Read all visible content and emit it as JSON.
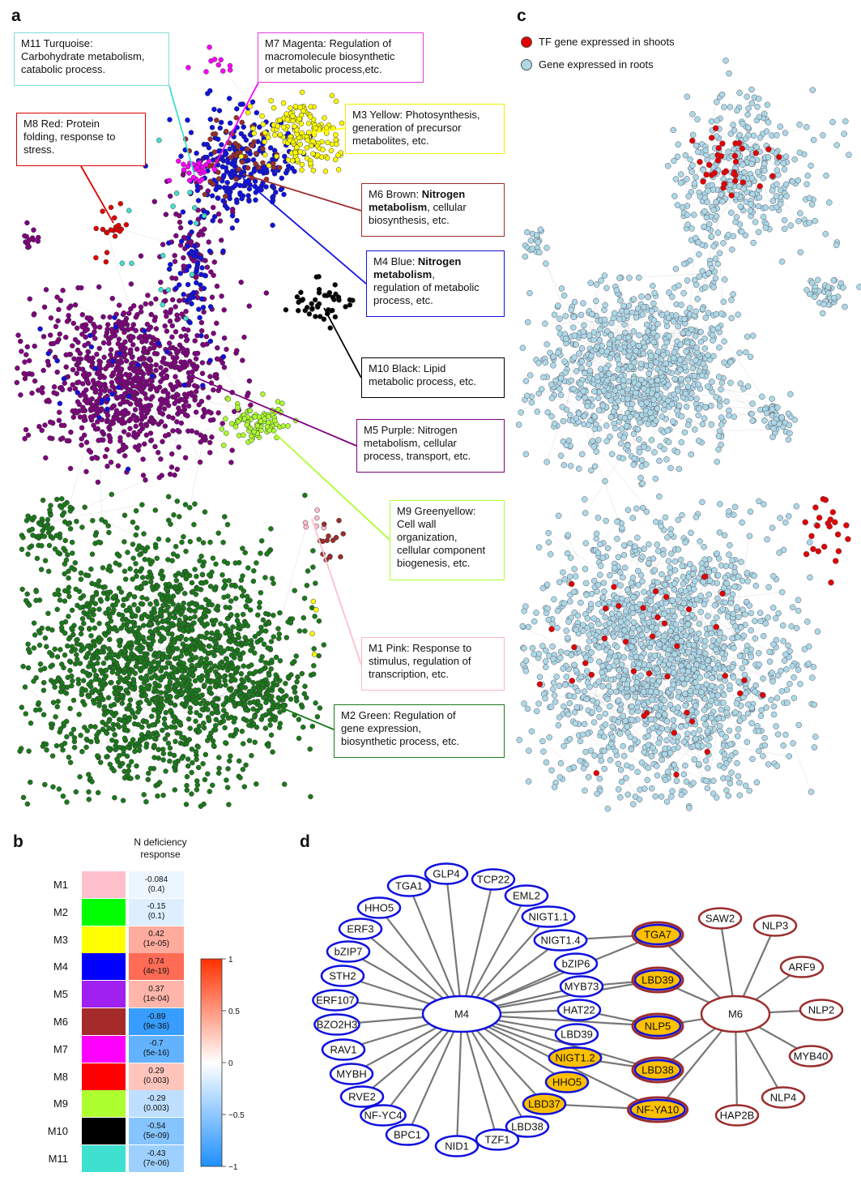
{
  "panels": {
    "a": "a",
    "b": "b",
    "c": "c",
    "d": "d"
  },
  "colors": {
    "purple": "#800080",
    "green": "#1a7a1a",
    "blue": "#1010e0",
    "brown": "#9b2d2d",
    "yellow": "#ffff00",
    "magenta": "#ff00ff",
    "red": "#e00000",
    "black": "#000000",
    "turquoise": "#40e0d0",
    "greenyellow": "#adff2f",
    "pink": "#ffc0cb",
    "lightblue": "#add8e6",
    "node_fill_tf": "#ffc000"
  },
  "callouts": {
    "m11": {
      "line1": "M11 Turquoise:",
      "line2": "Carbohydrate metabolism,",
      "line3": "catabolic process."
    },
    "m7": {
      "line1": "M7 Magenta: Regulation of",
      "line2": "macromolecule biosynthetic",
      "line3": "or metabolic process,etc."
    },
    "m8": {
      "line1": "M8 Red: Protein",
      "line2": "folding, response to",
      "line3": "stress."
    },
    "m3": {
      "line1": "M3 Yellow: Photosynthesis,",
      "line2": "generation of precursor",
      "line3": "metabolites, etc."
    },
    "m6": {
      "pre": "M6 Brown: ",
      "bold1": "Nitrogen",
      "bold2": "metabolism",
      "post2": ", cellular",
      "line3": "biosynthesis, etc."
    },
    "m4": {
      "pre": "M4 Blue: ",
      "bold1": "Nitrogen",
      "bold2": "metabolism",
      "post2": ",",
      "line3": "regulation of metabolic",
      "line4": "process, etc."
    },
    "m10": {
      "line1": "M10 Black: Lipid",
      "line2": "metabolic process, etc."
    },
    "m5": {
      "line1": "M5 Purple: Nitrogen",
      "line2": "metabolism, cellular",
      "line3": "process, transport, etc."
    },
    "m9": {
      "line1": "M9 Greenyellow:",
      "line2": "Cell wall",
      "line3": "organization,",
      "line4": "cellular component",
      "line5": "biogenesis, etc."
    },
    "m1": {
      "line1": "M1 Pink: Response to",
      "line2": "stimulus, regulation of",
      "line3": "transcription, etc."
    },
    "m2": {
      "line1": "M2 Green: Regulation of",
      "line2": "gene expression,",
      "line3": "biosynthetic process, etc."
    }
  },
  "legend_c": [
    {
      "label": "TF gene expressed in shoots",
      "color": "#e00000"
    },
    {
      "label": "Gene expressed in roots",
      "color": "#add8e6"
    }
  ],
  "panel_b": {
    "title_line1": "N deficiency",
    "title_line2": "response",
    "rows": [
      {
        "module": "M1",
        "color": "#ffc0cb",
        "value": "-0.084",
        "p": "(0.4)",
        "v": -0.084
      },
      {
        "module": "M2",
        "color": "#00ff00",
        "value": "-0.15",
        "p": "(0.1)",
        "v": -0.15
      },
      {
        "module": "M3",
        "color": "#ffff00",
        "value": "0.42",
        "p": "(1e-05)",
        "v": 0.42
      },
      {
        "module": "M4",
        "color": "#0000ff",
        "value": "0.74",
        "p": "(4e-19)",
        "v": 0.74
      },
      {
        "module": "M5",
        "color": "#a020f0",
        "value": "0.37",
        "p": "(1e-04)",
        "v": 0.37
      },
      {
        "module": "M6",
        "color": "#a52a2a",
        "value": "-0.89",
        "p": "(9e-36)",
        "v": -0.89
      },
      {
        "module": "M7",
        "color": "#ff00ff",
        "value": "-0.7",
        "p": "(5e-16)",
        "v": -0.7
      },
      {
        "module": "M8",
        "color": "#ff0000",
        "value": "0.29",
        "p": "(0.003)",
        "v": 0.29
      },
      {
        "module": "M9",
        "color": "#adff2f",
        "value": "-0.29",
        "p": "(0.003)",
        "v": -0.29
      },
      {
        "module": "M10",
        "color": "#000000",
        "value": "-0.54",
        "p": "(5e-09)",
        "v": -0.54
      },
      {
        "module": "M11",
        "color": "#40e0d0",
        "value": "-0.43",
        "p": "(7e-06)",
        "v": -0.43
      }
    ],
    "colorbar_ticks": [
      "1",
      "0.5",
      "0",
      "−0.5",
      "−1"
    ]
  },
  "panel_d": {
    "hub_m4": "M4",
    "hub_m6": "M6",
    "m4_nodes": [
      "GLP4",
      "TCP22",
      "EML2",
      "NIGT1.1",
      "NIGT1.4",
      "bZIP6",
      "MYB73",
      "HAT22",
      "LBD39",
      "NIGT1.2",
      "HHO5",
      "LBD37",
      "LBD38",
      "TZF1",
      "NID1",
      "BPC1",
      "NF-YC4",
      "RVE2",
      "MYBH",
      "RAV1",
      "BZO2H3",
      "ERF107",
      "STH2",
      "bZIP7",
      "ERF3",
      "HHO5",
      "TGA1"
    ],
    "m4_highlight": [
      "NIGT1.2",
      "HHO5",
      "LBD37"
    ],
    "shared_nodes": [
      "TGA7",
      "LBD39",
      "NLP5",
      "LBD38",
      "NF-YA10"
    ],
    "m6_nodes": [
      "SAW2",
      "NLP3",
      "ARF9",
      "NLP2",
      "MYB40",
      "NLP4",
      "HAP2B"
    ]
  }
}
